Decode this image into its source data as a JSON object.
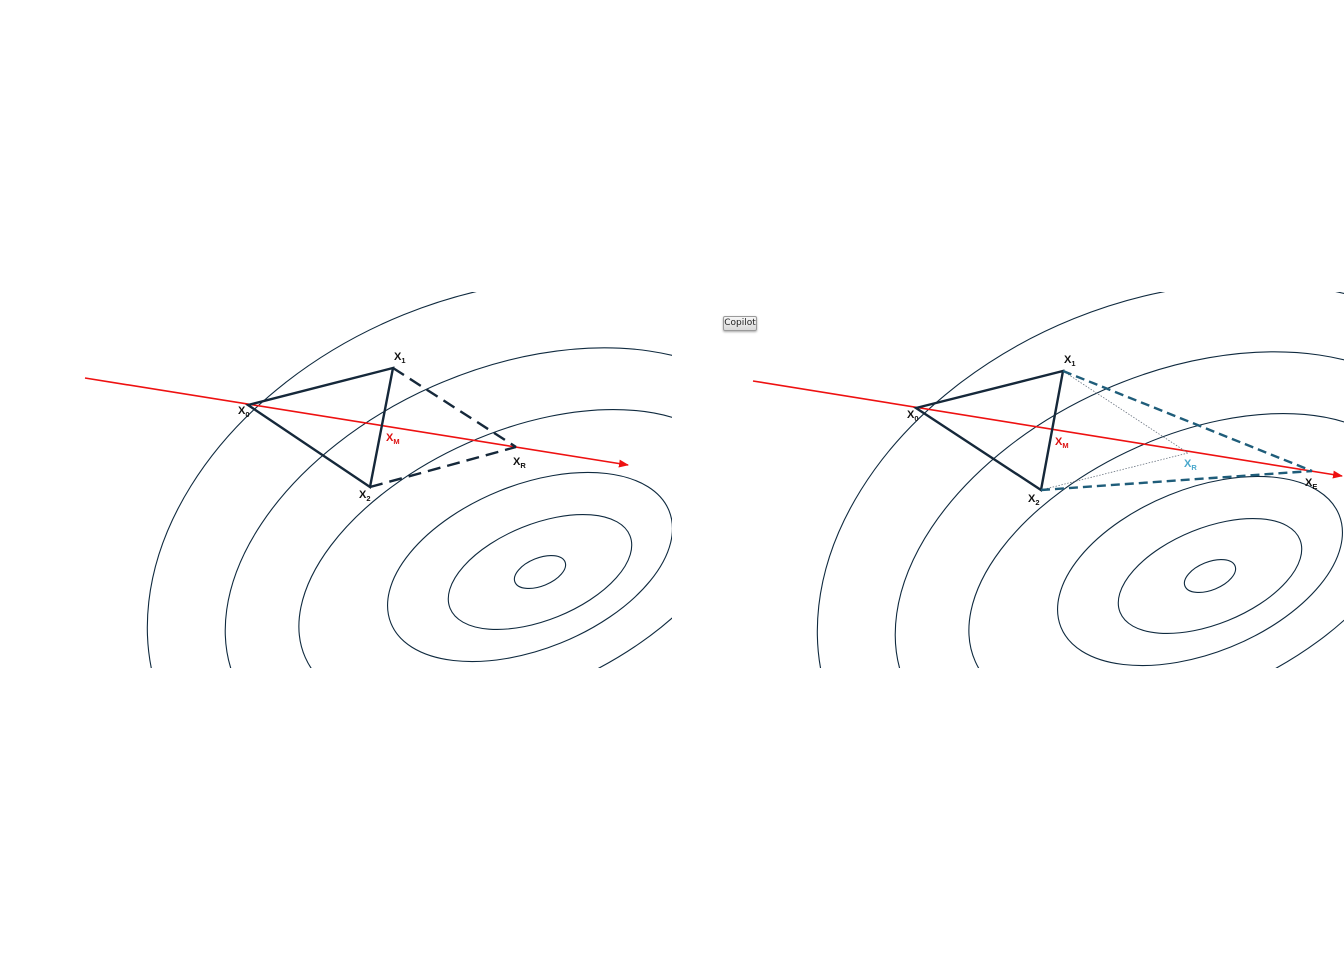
{
  "colors": {
    "contour": "#0f2a3f",
    "simplex": "#15283a",
    "direction": "#ee1111",
    "centroid_label": "#dd1111",
    "expansion": "#1f5d7a",
    "reflection_label": "#4aa8cc",
    "guide": "#6a7480"
  },
  "copilot_button": {
    "label": "Copilot"
  },
  "panels": [
    {
      "id": "left",
      "labels": {
        "x0": {
          "main": "X",
          "sub": "0"
        },
        "x1": {
          "main": "X",
          "sub": "1"
        },
        "x2": {
          "main": "X",
          "sub": "2"
        },
        "xm": {
          "main": "X",
          "sub": "M"
        },
        "xr": {
          "main": "X",
          "sub": "R"
        }
      }
    },
    {
      "id": "right",
      "labels": {
        "x0": {
          "main": "X",
          "sub": "0"
        },
        "x1": {
          "main": "X",
          "sub": "1"
        },
        "x2": {
          "main": "X",
          "sub": "2"
        },
        "xm": {
          "main": "X",
          "sub": "M"
        },
        "xr": {
          "main": "X",
          "sub": "R"
        },
        "xe": {
          "main": "X",
          "sub": "E"
        }
      }
    }
  ]
}
